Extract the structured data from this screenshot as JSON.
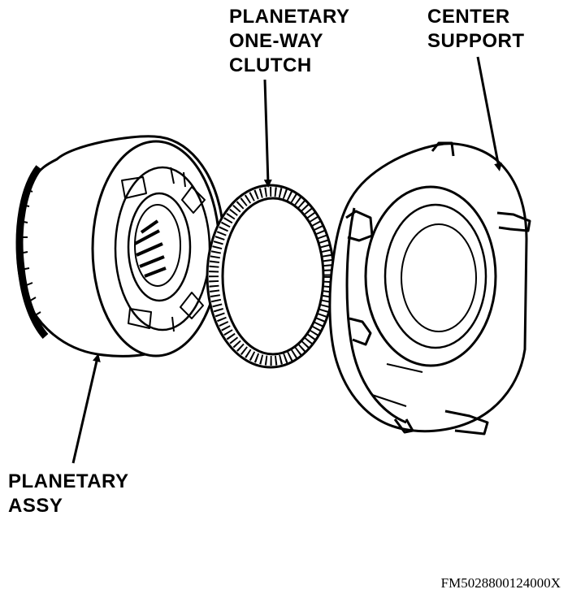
{
  "labels": {
    "clutch": [
      "PLANETARY",
      "ONE-WAY",
      "CLUTCH"
    ],
    "support": [
      "CENTER",
      "SUPPORT"
    ],
    "planetary": [
      "PLANETARY",
      "ASSY"
    ]
  },
  "figure_id": "FM5028800124000X",
  "colors": {
    "ink": "#000000",
    "paper": "#ffffff"
  }
}
